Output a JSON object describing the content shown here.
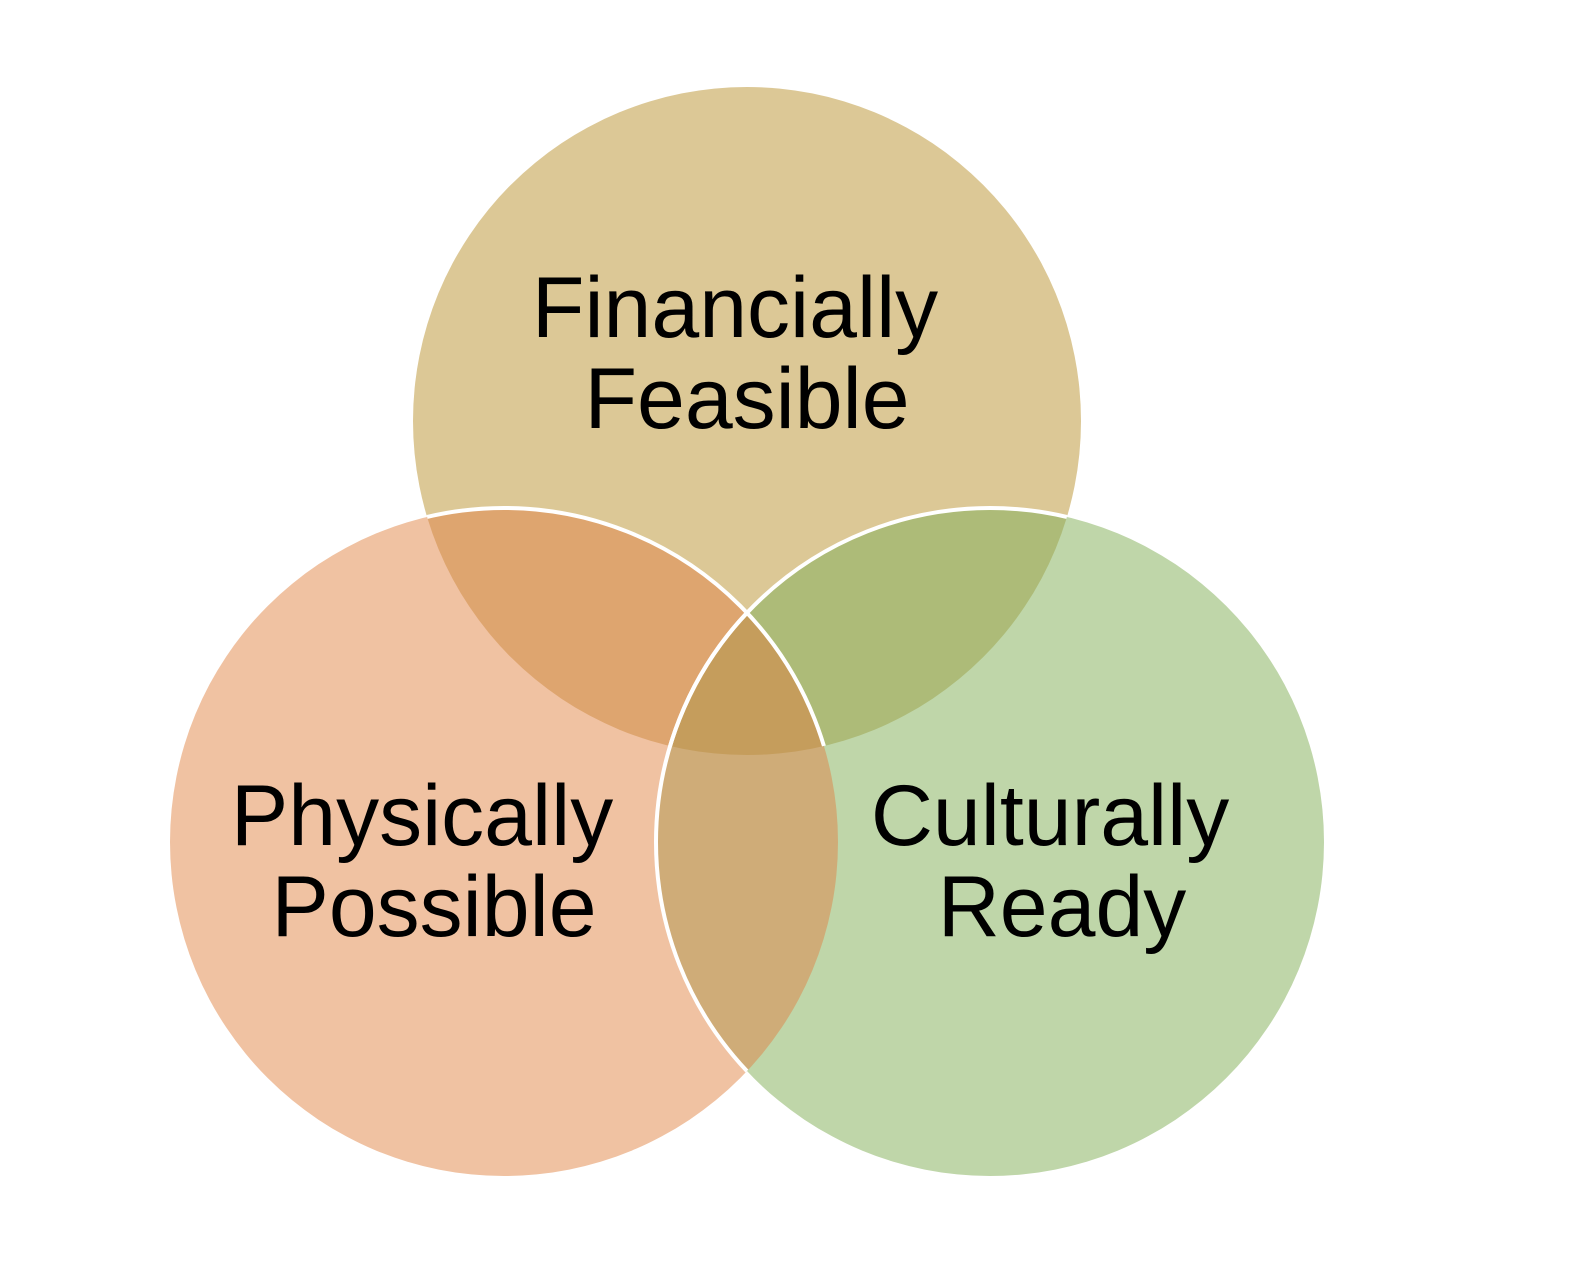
{
  "diagram": {
    "type": "venn",
    "sets": [
      {
        "id": "financial",
        "lines": [
          "Financially",
          "Feasible"
        ],
        "color": "#dcc896"
      },
      {
        "id": "physical",
        "lines": [
          "Physically",
          "Possible"
        ],
        "color": "#f0c2a2"
      },
      {
        "id": "cultural",
        "lines": [
          "Culturally",
          "Ready"
        ],
        "color": "#bfd6a9"
      }
    ],
    "overlap_colors": {
      "financial_physical": "#dea56f",
      "financial_cultural": "#adbb78",
      "physical_cultural": "#cfac78",
      "all": "#c59d5c"
    },
    "outline_color": "#ffffff"
  }
}
